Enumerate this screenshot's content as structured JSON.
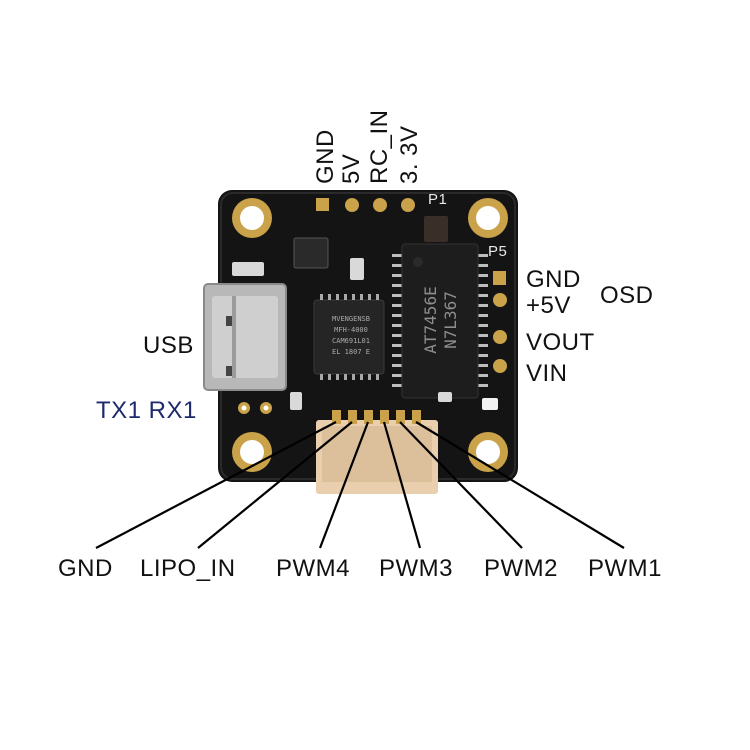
{
  "labels": {
    "top": {
      "gnd": "GND",
      "v5": "5V",
      "rc_in": "RC_IN",
      "v33": "3. 3V"
    },
    "osd": {
      "title": "OSD",
      "gnd": "GND",
      "plus5v": "+5V",
      "vout": "VOUT",
      "vin": "VIN"
    },
    "usb": "USB",
    "uart": "TX1 RX1",
    "bottom": [
      "GND",
      "LIPO_IN",
      "PWM4",
      "PWM3",
      "PWM2",
      "PWM1"
    ],
    "silk": {
      "p1": "P1",
      "p5": "P5"
    },
    "chips": {
      "mcu": [
        "MVENGENSB",
        "MFH-4000",
        "CAM691L01",
        "EL 1807 E"
      ],
      "osd": [
        "AT7456E",
        "N7L367"
      ]
    }
  },
  "colors": {
    "board": "#141414",
    "pad_gold": "#c9a24a",
    "usb_metal": "#b8b8b8",
    "connector": "#e9cfae",
    "uart_label": "#1e2a6e"
  }
}
